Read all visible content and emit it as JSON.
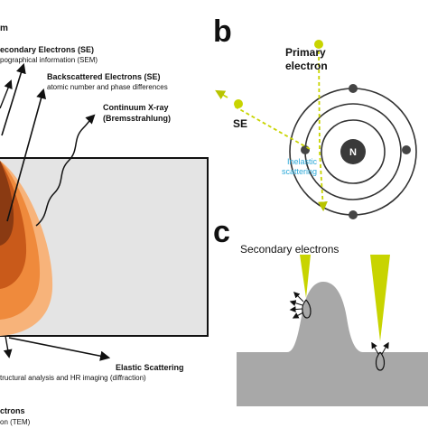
{
  "panels": {
    "a": {
      "title_fragment": "m",
      "labels": {
        "secondary_title": "econdary Electrons (SE)",
        "secondary_sub": "pographical information (SEM)",
        "backscattered_title": "Backscattered Electrons (SE)",
        "backscattered_sub": "atomic number and phase differences",
        "continuum_title": "Continuum X-ray",
        "continuum_sub": "(Bremsstrahlung)",
        "elastic_title": "Elastic Scattering",
        "elastic_sub": "tructural analysis and HR imaging (diffraction)",
        "transmitted_title": "ctrons",
        "transmitted_sub": "on (TEM)"
      }
    },
    "b": {
      "letter": "b",
      "primary_label_line1": "Primary",
      "primary_label_line2": "electron",
      "se_label": "SE",
      "nucleus_label": "N",
      "inelastic_line1": "Inelastic",
      "inelastic_line2": "scattering"
    },
    "c": {
      "letter": "c",
      "secondary_label": "Secondary electrons"
    }
  },
  "colors": {
    "specimen_fill": "#e4e4e4",
    "interaction_outer": "#f7b37a",
    "interaction_mid": "#ef8a3c",
    "interaction_inner": "#c95a1a",
    "interaction_core": "#8a3a12",
    "beam_green": "#c8d400",
    "inelastic_blue": "#2aa8d8",
    "surface_gray": "#a8a8a8",
    "orbit_dark": "#444444"
  }
}
